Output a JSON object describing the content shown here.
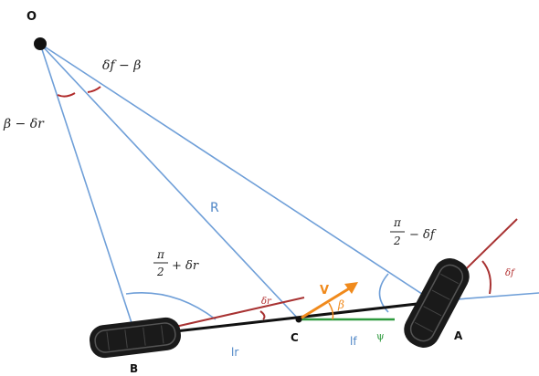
{
  "points": {
    "O": "O",
    "A": "A",
    "B": "B",
    "C": "C"
  },
  "labels": {
    "R": "R",
    "V": "V",
    "beta": "β",
    "psi": "ψ",
    "lr": "lr",
    "lf": "lf",
    "deltaf": "δf",
    "deltar": "δr",
    "angle_top": "δf − β",
    "angle_left": "β − δr",
    "angle_A_num": "π",
    "angle_A_den": "2",
    "angle_A_rest": "− δf",
    "angle_B_num": "π",
    "angle_B_den": "2",
    "angle_B_rest": "+ δr"
  },
  "colors": {
    "ray": "#6f9fd8",
    "axle": "#111111",
    "red": "#a83232",
    "orange": "#f08a1c",
    "green": "#2e9a3e",
    "blue_label": "#4f86c6"
  }
}
